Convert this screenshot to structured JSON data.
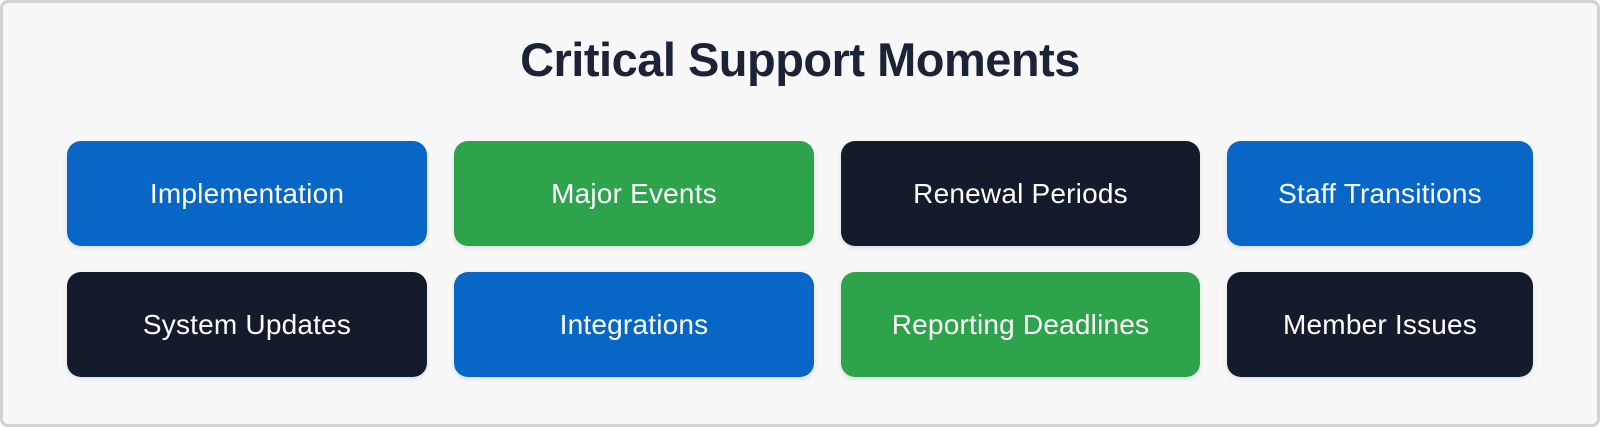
{
  "page": {
    "title": "Critical Support Moments"
  },
  "colors": {
    "blue": "#0866c6",
    "green": "#2da44c",
    "navy": "#141b2d",
    "background": "#f8f8f9",
    "frame_border": "#d1d2d4",
    "title_text": "#1b2437",
    "card_text": "#ffffff"
  },
  "cards": [
    {
      "label": "Implementation",
      "color": "blue"
    },
    {
      "label": "Major Events",
      "color": "green"
    },
    {
      "label": "Renewal Periods",
      "color": "navy"
    },
    {
      "label": "Staff Transitions",
      "color": "blue"
    },
    {
      "label": "System Updates",
      "color": "navy"
    },
    {
      "label": "Integrations",
      "color": "blue"
    },
    {
      "label": "Reporting Deadlines",
      "color": "green"
    },
    {
      "label": "Member Issues",
      "color": "navy"
    }
  ]
}
